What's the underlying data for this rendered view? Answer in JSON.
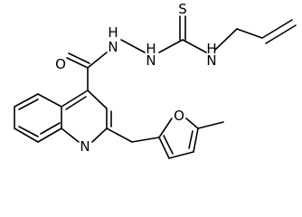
{
  "molecule": {
    "atoms": [
      {
        "id": "S1",
        "label": "S"
      },
      {
        "id": "N1",
        "label": "H"
      },
      {
        "id": "N2",
        "label": "N"
      },
      {
        "id": "NH1",
        "label": "H"
      },
      {
        "id": "NH2",
        "label": "N"
      },
      {
        "id": "O1",
        "label": "O"
      },
      {
        "id": "NH3",
        "label": "H"
      },
      {
        "id": "NH4",
        "label": "N"
      },
      {
        "id": "N3",
        "label": "N"
      },
      {
        "id": "O2",
        "label": "O"
      }
    ]
  },
  "colors": {
    "bond": "#000000",
    "background": "#ffffff"
  }
}
